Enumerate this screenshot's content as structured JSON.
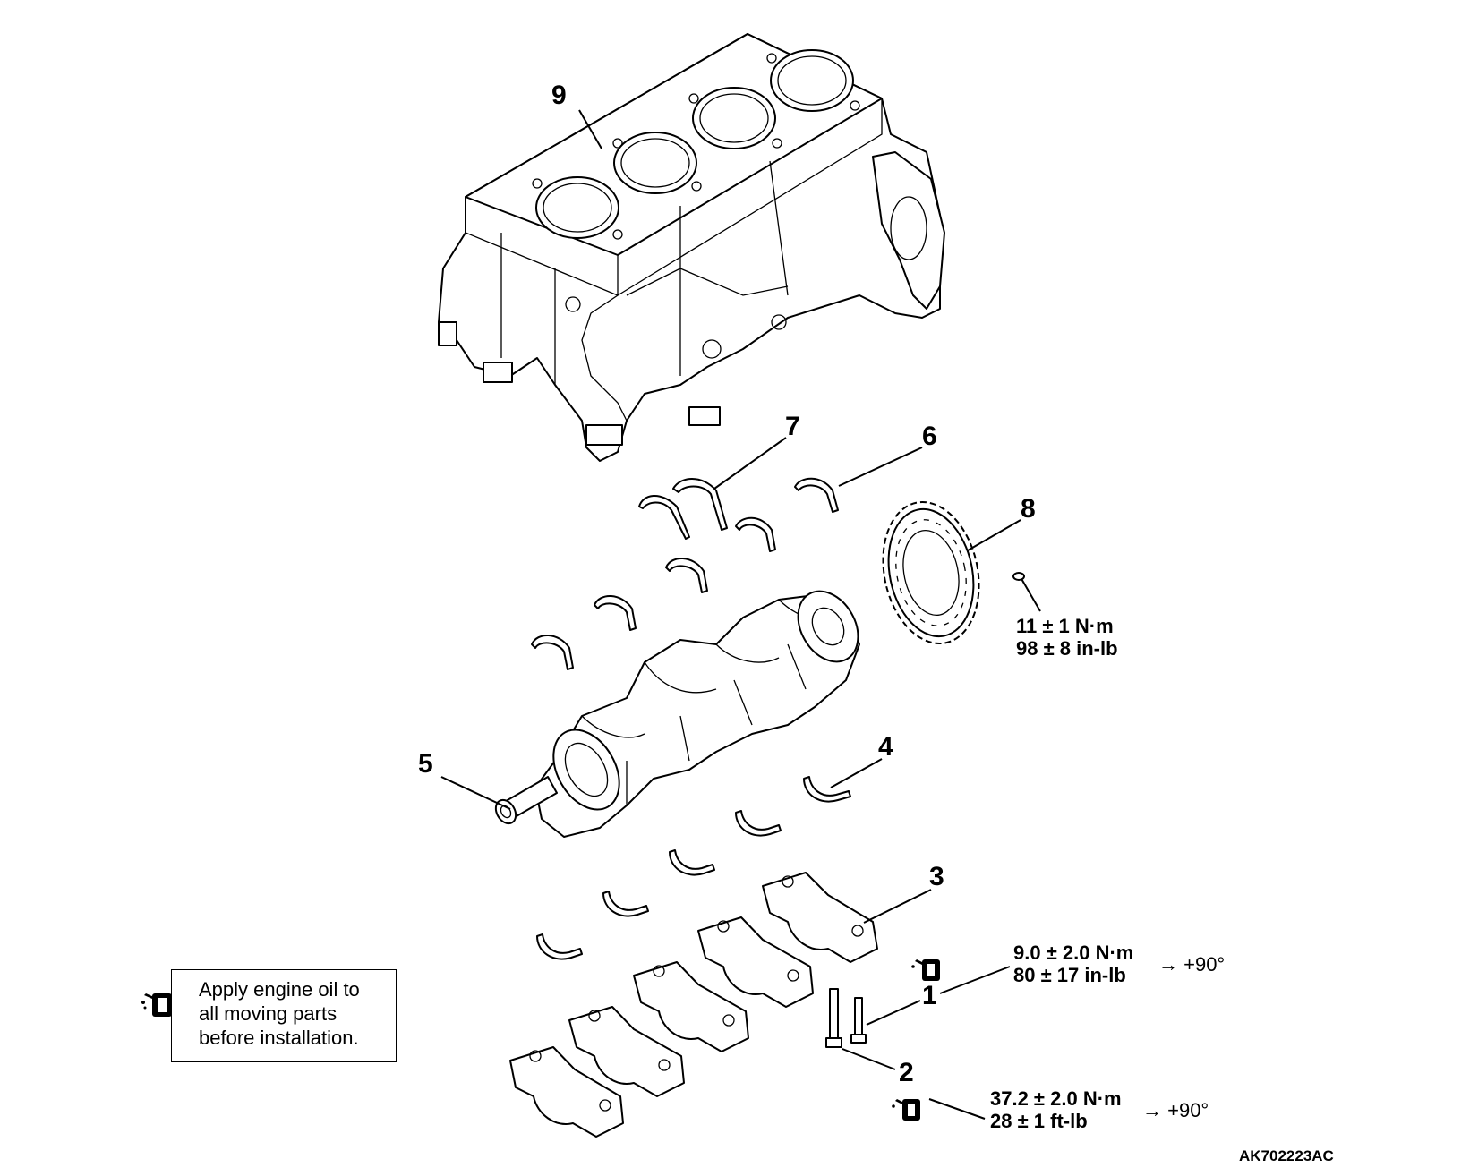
{
  "callouts": {
    "c1": "1",
    "c2": "2",
    "c3": "3",
    "c4": "4",
    "c5": "5",
    "c6": "6",
    "c7": "7",
    "c8": "8",
    "c9": "9"
  },
  "torque": {
    "sprocket_bolt": {
      "metric": "11 ± 1 N·m",
      "imperial": "98 ± 8 in-lb"
    },
    "bolt1": {
      "metric": "9.0 ± 2.0 N·m",
      "imperial": "80 ± 17 in-lb",
      "angle": "→ +90°"
    },
    "bolt2": {
      "metric": "37.2 ± 2.0 N·m",
      "imperial": "28 ± 1 ft-lb",
      "angle": "→ +90°"
    }
  },
  "legend": {
    "icon": "oil-can-icon",
    "line1": "Apply engine oil to",
    "line2": "all moving parts",
    "line3": "before installation."
  },
  "figure_code": "AK702223AC"
}
